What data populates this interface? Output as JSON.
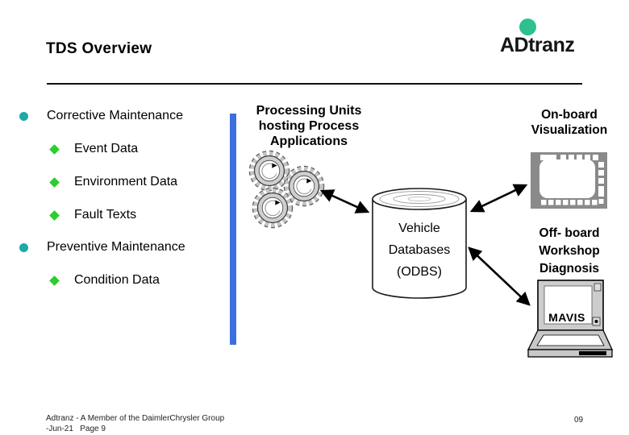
{
  "slide": {
    "title": "TDS Overview",
    "page_number": "09"
  },
  "logo": {
    "name": "ADtranz",
    "dot_color": "#2EC08E"
  },
  "bullets": {
    "items": [
      {
        "level": 1,
        "label": "Corrective Maintenance"
      },
      {
        "level": 2,
        "label": "Event Data"
      },
      {
        "level": 2,
        "label": "Environment Data"
      },
      {
        "level": 2,
        "label": "Fault Texts"
      },
      {
        "level": 1,
        "label": "Preventive Maintenance"
      },
      {
        "level": 2,
        "label": "Condition Data"
      }
    ],
    "level1_bullet_color": "#1FA8A8",
    "level2_bullet_color": "#2FCC2F",
    "accent_bar_color": "#3B6FE0"
  },
  "diagram": {
    "processing": {
      "line1": "Processing Units",
      "line2": "hosting Process",
      "line3": "Applications"
    },
    "database": {
      "line1": "Vehicle",
      "line2": "Databases",
      "line3": "(ODBS)"
    },
    "onboard": {
      "line1": "On-board",
      "line2": "Visualization"
    },
    "offboard": {
      "line1": "Off- board",
      "line2": "Workshop",
      "line3": "Diagnosis"
    },
    "mavis_label": "MAVIS"
  },
  "footer": {
    "line1": "Adtranz - A Member of the DaimlerChrysler Group",
    "line2": "-Jun-21   Page 9"
  }
}
